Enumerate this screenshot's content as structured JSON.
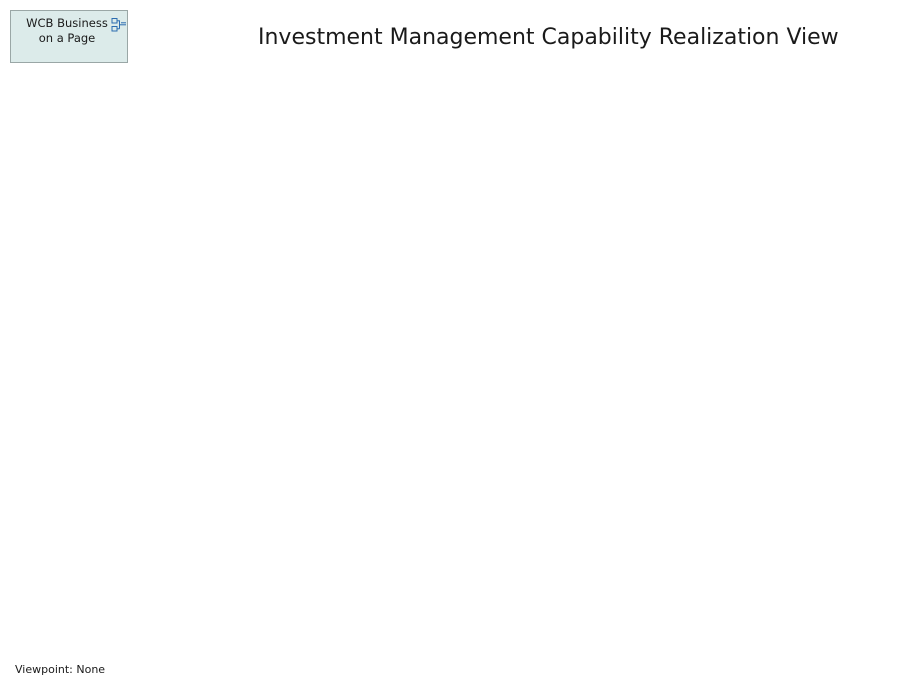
{
  "diagram": {
    "title": "Investment Management Capability Realization View",
    "viewpoint": "Viewpoint: None"
  },
  "diagram_reference": {
    "label_line_1": "WCB Business",
    "label_line_2": "on a Page",
    "icon": "diagram-model-reference-icon",
    "fill_color": "#dcebea",
    "border_color": "#9aa7a6",
    "icon_color": "#2b6cb0"
  }
}
